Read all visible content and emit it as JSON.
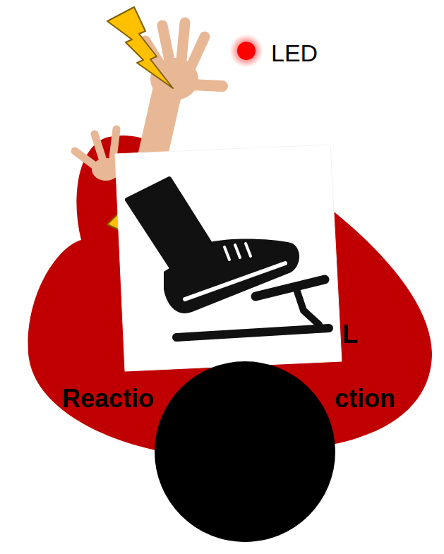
{
  "diagram": {
    "labels": [
      "LED",
      "L",
      "Reactio",
      "ction"
    ]
  }
}
